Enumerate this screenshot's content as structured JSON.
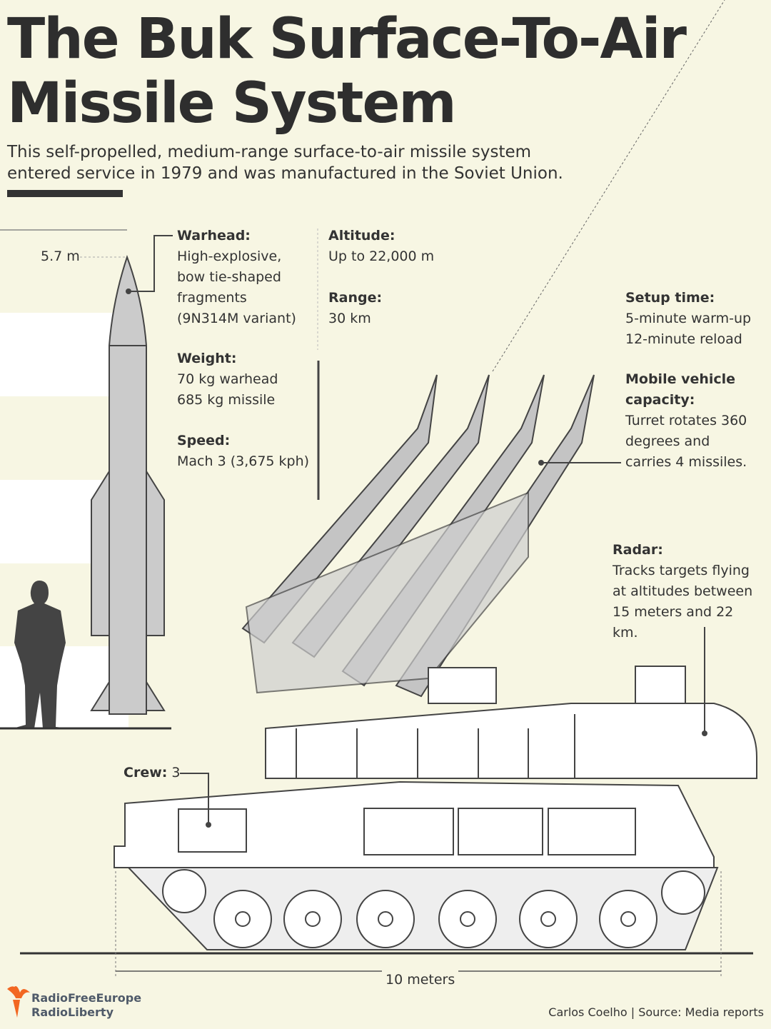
{
  "title": "The Buk Surface-To-Air Missile System",
  "subtitle": "This self-propelled, medium-range surface-to-air missile system entered service in 1979 and was manufactured in the Soviet Union.",
  "missile_height": "5.7 m",
  "specs": {
    "warhead": {
      "label": "Warhead:",
      "text": "High-explosive, bow tie-shaped fragments (9N314M variant)"
    },
    "weight": {
      "label": "Weight:",
      "line1": "70 kg warhead",
      "line2": "685 kg missile"
    },
    "speed": {
      "label": "Speed:",
      "text": "Mach 3 (3,675 kph)"
    },
    "altitude": {
      "label": "Altitude:",
      "text": "Up to 22,000 m"
    },
    "range": {
      "label": "Range:",
      "text": "30 km"
    },
    "setup": {
      "label": "Setup time:",
      "line1": "5-minute warm-up",
      "line2": "12-minute reload"
    },
    "capacity": {
      "label": "Mobile vehicle capacity:",
      "text": "Turret rotates 360 degrees and carries 4 missiles."
    },
    "radar": {
      "label": "Radar:",
      "text": "Tracks targets flying at altitudes between 15 meters and 22 km."
    },
    "crew": {
      "label": "Crew:",
      "value": "3"
    }
  },
  "scale": "10 meters",
  "logo": {
    "line1": "RadioFreeEurope",
    "line2": "RadioLiberty",
    "color": "#f26722"
  },
  "credit": "Carlos Coelho | Source: Media reports"
}
